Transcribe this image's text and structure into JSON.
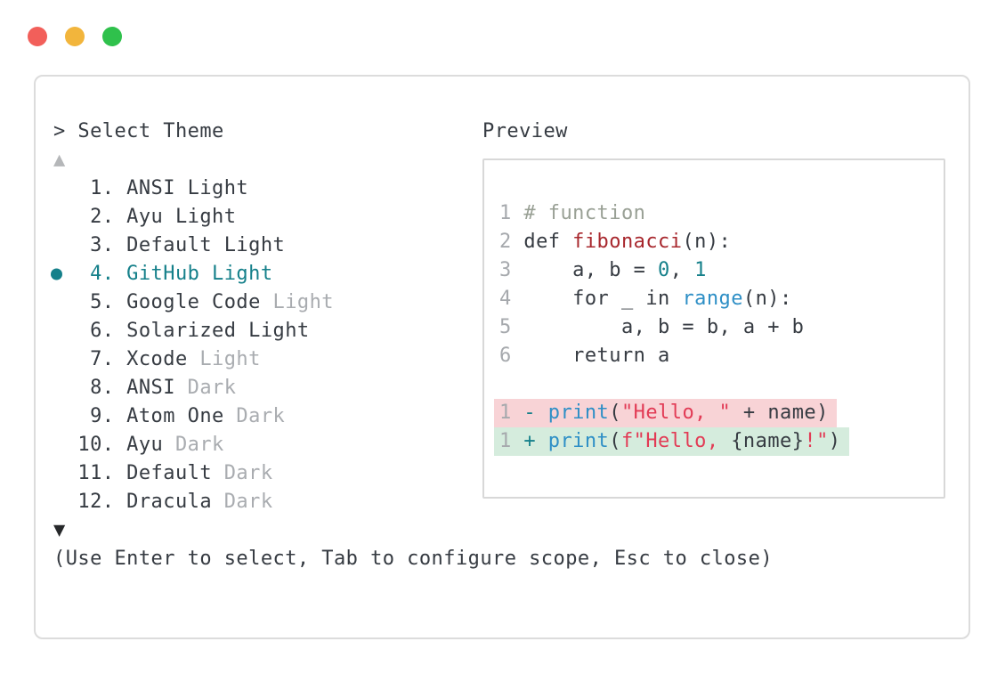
{
  "window": {
    "controls": [
      {
        "name": "close",
        "color": "#f25f5a"
      },
      {
        "name": "minimize",
        "color": "#f2b53c"
      },
      {
        "name": "zoom",
        "color": "#2fc14c"
      }
    ]
  },
  "palette": {
    "text_dark": "#363b42",
    "text_gray": "#a9acb0",
    "hint_gray": "#9da1a5",
    "selection_teal": "#15808a",
    "function_call_blue": "#2e8fc6",
    "definition_red": "#a8282e",
    "string_crimson": "#e23b55",
    "comment_gray_green": "#99a095",
    "gutter_gray": "#a6a9ad",
    "diff_removed_bg": "#f8d3d6",
    "diff_added_bg": "#d5ecdd",
    "panel_border": "#dcdcdc",
    "preview_border": "#d8d8d8"
  },
  "selector": {
    "prompt": ">",
    "title": "Select Theme",
    "scroll_up_symbol": "▲",
    "scroll_down_symbol": "▼",
    "items": [
      {
        "number": 1,
        "name": "ANSI Light",
        "variant": "",
        "selected": false
      },
      {
        "number": 2,
        "name": "Ayu Light",
        "variant": "",
        "selected": false
      },
      {
        "number": 3,
        "name": "Default Light",
        "variant": "",
        "selected": false
      },
      {
        "number": 4,
        "name": "GitHub Light",
        "variant": "",
        "selected": true
      },
      {
        "number": 5,
        "name": "Google Code",
        "variant": "Light",
        "selected": false
      },
      {
        "number": 6,
        "name": "Solarized Light",
        "variant": "",
        "selected": false
      },
      {
        "number": 7,
        "name": "Xcode",
        "variant": "Light",
        "selected": false
      },
      {
        "number": 8,
        "name": "ANSI",
        "variant": "Dark",
        "selected": false
      },
      {
        "number": 9,
        "name": "Atom One",
        "variant": "Dark",
        "selected": false
      },
      {
        "number": 10,
        "name": "Ayu",
        "variant": "Dark",
        "selected": false
      },
      {
        "number": 11,
        "name": "Default",
        "variant": "Dark",
        "selected": false
      },
      {
        "number": 12,
        "name": "Dracula",
        "variant": "Dark",
        "selected": false
      }
    ],
    "hint": "(Use Enter to select, Tab to configure scope, Esc to close)"
  },
  "preview": {
    "title": "Preview",
    "lines": [
      {
        "type": "code",
        "segments": [
          [
            "1 ",
            "gutter"
          ],
          [
            "# function",
            "comment"
          ]
        ]
      },
      {
        "type": "code",
        "segments": [
          [
            "2 ",
            "gutter"
          ],
          [
            "def ",
            "plain"
          ],
          [
            "fibonacci",
            "func"
          ],
          [
            "(n):",
            "plain"
          ]
        ]
      },
      {
        "type": "code",
        "segments": [
          [
            "3 ",
            "gutter"
          ],
          [
            "    a, b = ",
            "plain"
          ],
          [
            "0",
            "number"
          ],
          [
            ", ",
            "plain"
          ],
          [
            "1",
            "number"
          ]
        ]
      },
      {
        "type": "code",
        "segments": [
          [
            "4 ",
            "gutter"
          ],
          [
            "    for _ in ",
            "plain"
          ],
          [
            "range",
            "call"
          ],
          [
            "(n):",
            "plain"
          ]
        ]
      },
      {
        "type": "code",
        "segments": [
          [
            "5 ",
            "gutter"
          ],
          [
            "        a, b = b, a + b",
            "plain"
          ]
        ]
      },
      {
        "type": "code",
        "segments": [
          [
            "6 ",
            "gutter"
          ],
          [
            "    return a",
            "plain"
          ]
        ]
      },
      {
        "type": "blank",
        "segments": []
      },
      {
        "type": "removed",
        "segments": [
          [
            "1 ",
            "gutter"
          ],
          [
            "- ",
            "sign"
          ],
          [
            "print",
            "call"
          ],
          [
            "(",
            "plain"
          ],
          [
            "\"Hello, \"",
            "string"
          ],
          [
            " + name)",
            "plain"
          ]
        ]
      },
      {
        "type": "added",
        "segments": [
          [
            "1 ",
            "gutter"
          ],
          [
            "+ ",
            "sign"
          ],
          [
            "print",
            "call"
          ],
          [
            "(",
            "plain"
          ],
          [
            "f\"Hello, ",
            "string"
          ],
          [
            "{name}",
            "plain"
          ],
          [
            "!\"",
            "string"
          ],
          [
            ")",
            "plain"
          ]
        ]
      }
    ]
  }
}
